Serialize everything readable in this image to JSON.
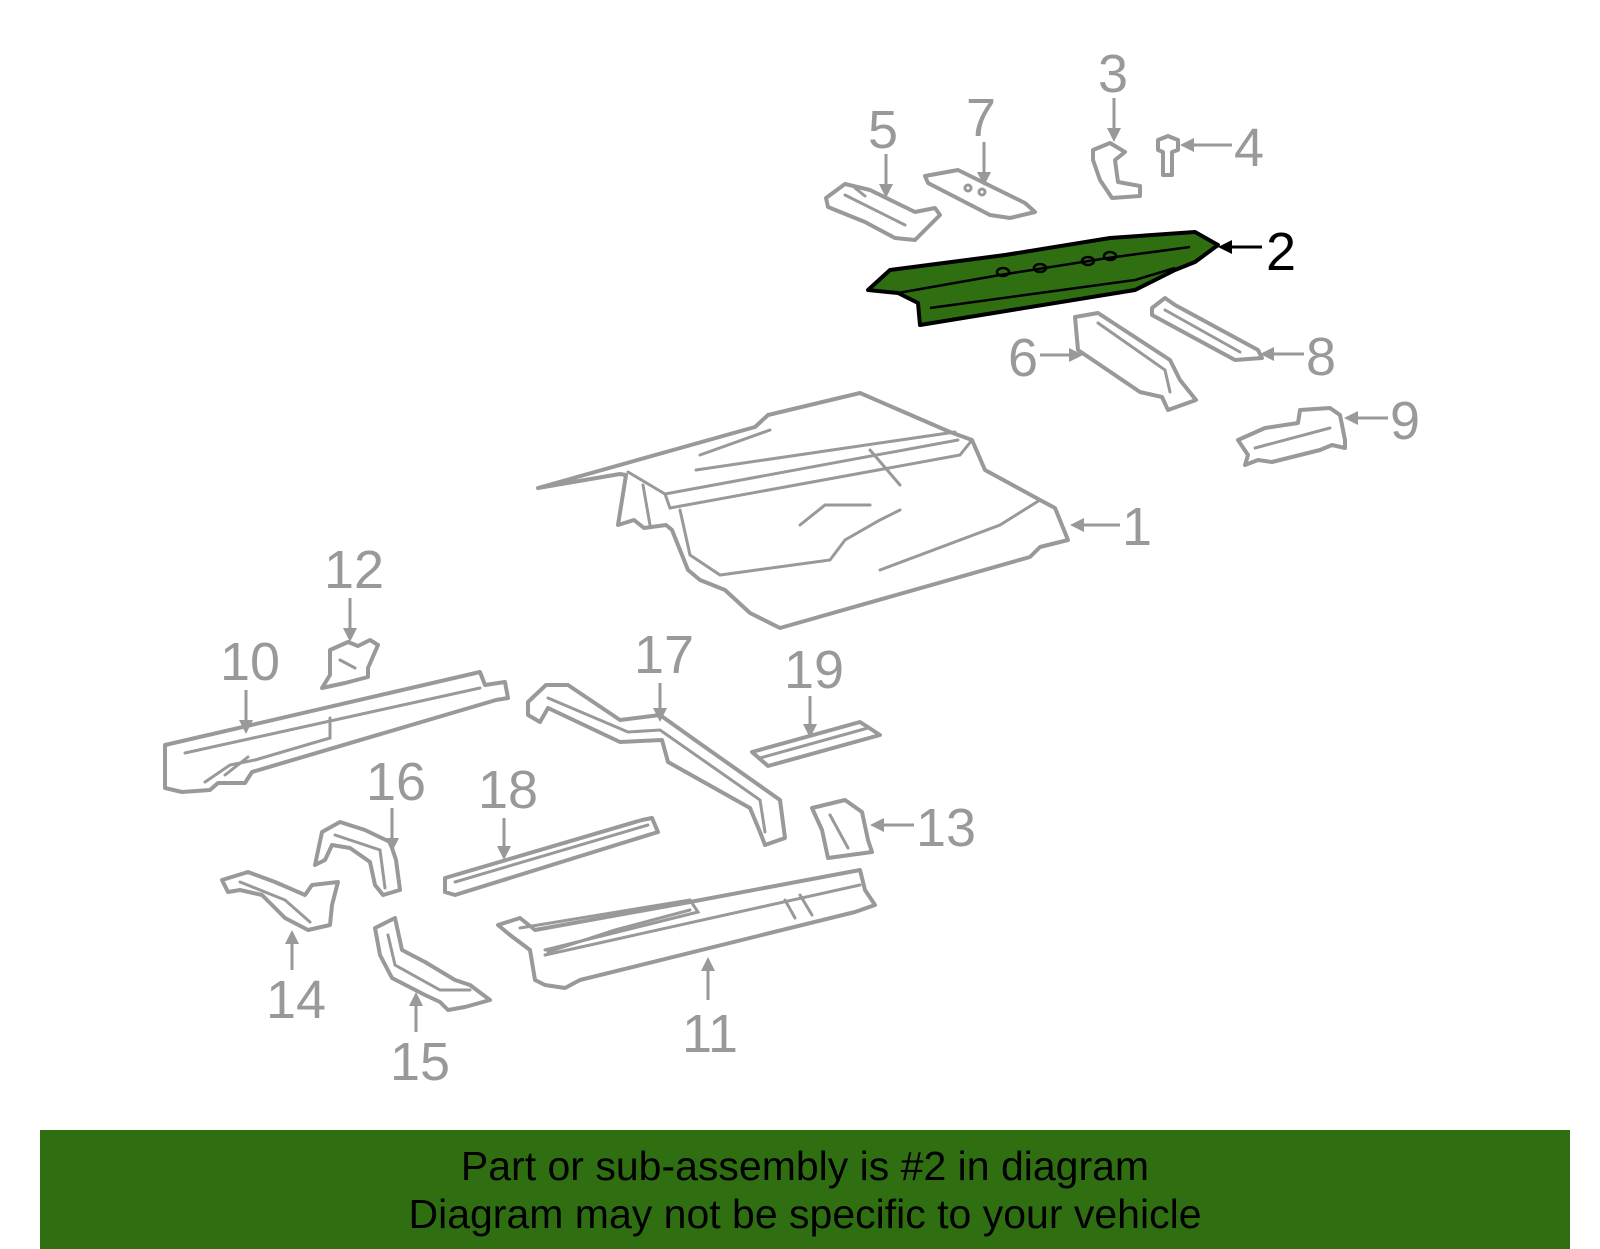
{
  "diagram": {
    "highlight_color": "#2f6f12",
    "highlighted_part": "2",
    "callouts": [
      {
        "id": "c1",
        "label": "1"
      },
      {
        "id": "c2",
        "label": "2"
      },
      {
        "id": "c3",
        "label": "3"
      },
      {
        "id": "c4",
        "label": "4"
      },
      {
        "id": "c5",
        "label": "5"
      },
      {
        "id": "c6",
        "label": "6"
      },
      {
        "id": "c7",
        "label": "7"
      },
      {
        "id": "c8",
        "label": "8"
      },
      {
        "id": "c9",
        "label": "9"
      },
      {
        "id": "c10",
        "label": "10"
      },
      {
        "id": "c11",
        "label": "11"
      },
      {
        "id": "c12",
        "label": "12"
      },
      {
        "id": "c13",
        "label": "13"
      },
      {
        "id": "c14",
        "label": "14"
      },
      {
        "id": "c15",
        "label": "15"
      },
      {
        "id": "c16",
        "label": "16"
      },
      {
        "id": "c17",
        "label": "17"
      },
      {
        "id": "c18",
        "label": "18"
      },
      {
        "id": "c19",
        "label": "19"
      }
    ]
  },
  "banner": {
    "line1": "Part or sub-assembly is #2 in diagram",
    "line2": "Diagram may not be specific to your vehicle"
  }
}
